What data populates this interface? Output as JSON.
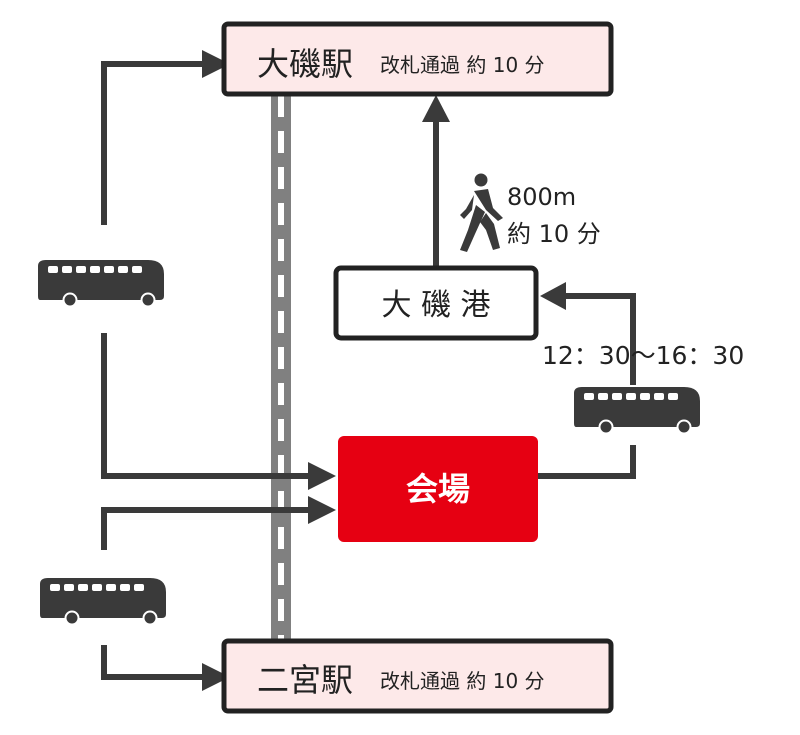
{
  "colors": {
    "line": "#3a3a3a",
    "station_fill": "#fde9e9",
    "venue_fill": "#e60012",
    "rail": "#808080"
  },
  "stations": {
    "oiso": {
      "name": "大磯駅",
      "note": "改札通過 約 10 分"
    },
    "ninomiya": {
      "name": "二宮駅",
      "note": "改札通過 約 10 分"
    }
  },
  "port": {
    "name": "大 磯 港"
  },
  "venue": {
    "name": "会場"
  },
  "walk": {
    "distance": "800m",
    "time": "約 10 分",
    "icon": "walking-person-icon"
  },
  "shuttle": {
    "hours": "12：30〜16：30",
    "icon": "bus-icon"
  }
}
